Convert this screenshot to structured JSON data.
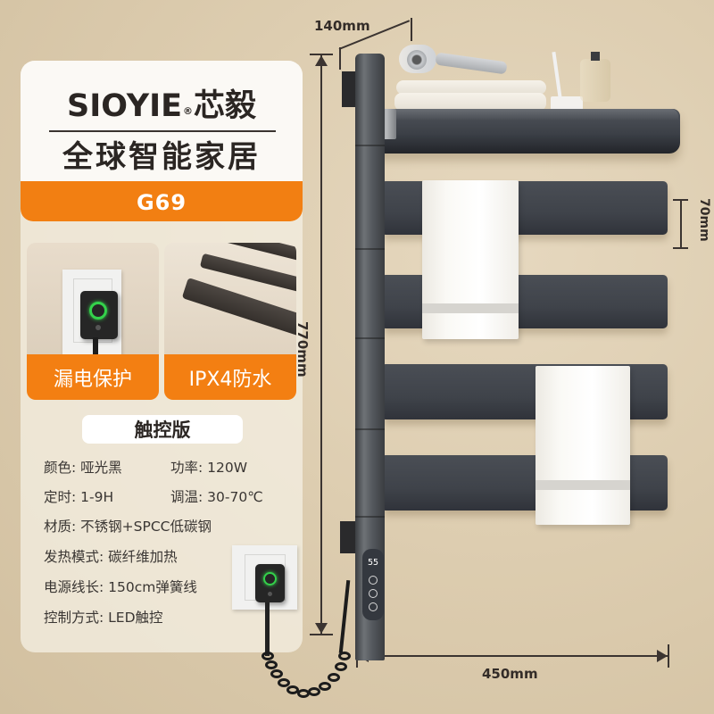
{
  "brand": {
    "name": "SIOYIE",
    "registered_mark": "®",
    "name_cn": "芯毅",
    "slogan": "全球智能家居",
    "model": "G69"
  },
  "features": [
    {
      "label": "漏电保护",
      "icon": "leakage-protection-plug-icon"
    },
    {
      "label": "IPX4防水",
      "icon": "waterproof-droplets-icon"
    }
  ],
  "edition": "触控版",
  "specs": {
    "color": {
      "label": "颜色",
      "value": "哑光黑"
    },
    "power": {
      "label": "功率",
      "value": "120W"
    },
    "timer": {
      "label": "定时",
      "value": "1-9H"
    },
    "temp": {
      "label": "调温",
      "value": "30-70℃"
    },
    "material": {
      "label": "材质",
      "value": "不锈钢+SPCC低碳钢"
    },
    "heating": {
      "label": "发热模式",
      "value": "碳纤维加热"
    },
    "cable": {
      "label": "电源线长",
      "value": "150cm弹簧线"
    },
    "control": {
      "label": "控制方式",
      "value": "LED触控"
    }
  },
  "separator": ": ",
  "dimensions": {
    "depth": "140mm",
    "height": "770mm",
    "bar_height": "70mm",
    "width": "450mm"
  },
  "control_panel": {
    "display": "55",
    "buttons": [
      "timer-icon",
      "temperature-icon",
      "power-icon"
    ]
  },
  "colors": {
    "accent_orange": "#f27f12",
    "rack_gray": "#3f434a",
    "background_beige": "#ddcdb0",
    "led_green": "#34d24b"
  }
}
